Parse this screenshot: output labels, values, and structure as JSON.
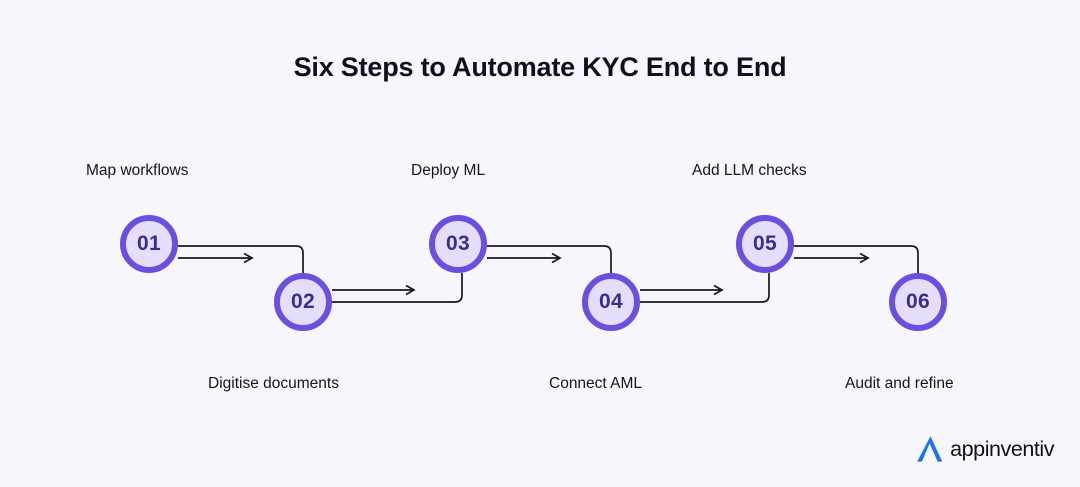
{
  "page": {
    "title": "Six Steps to Automate KYC End to End",
    "background_color": "#f7f6fd"
  },
  "colors": {
    "ring": "#6c4fe0",
    "node_fill": "#e4defa",
    "number_text": "#3b2d8d",
    "caption_text": "#15141f",
    "title_text": "#100f1c",
    "connector": "#17161c",
    "logo_mark": "#1d72f0",
    "logo_word": "#121019"
  },
  "flow": {
    "type": "zigzag-process",
    "steps": [
      {
        "number": "01",
        "label": "Map workflows",
        "row": "top",
        "label_position": "above"
      },
      {
        "number": "02",
        "label": "Digitise documents",
        "row": "bottom",
        "label_position": "below"
      },
      {
        "number": "03",
        "label": "Deploy ML",
        "row": "top",
        "label_position": "above"
      },
      {
        "number": "04",
        "label": "Connect AML",
        "row": "bottom",
        "label_position": "below"
      },
      {
        "number": "05",
        "label": "Add LLM checks",
        "row": "top",
        "label_position": "above"
      },
      {
        "number": "06",
        "label": "Audit and refine",
        "row": "bottom",
        "label_position": "below"
      }
    ]
  },
  "logo": {
    "name": "appinventiv",
    "mark": "appinventiv-a-mark"
  }
}
